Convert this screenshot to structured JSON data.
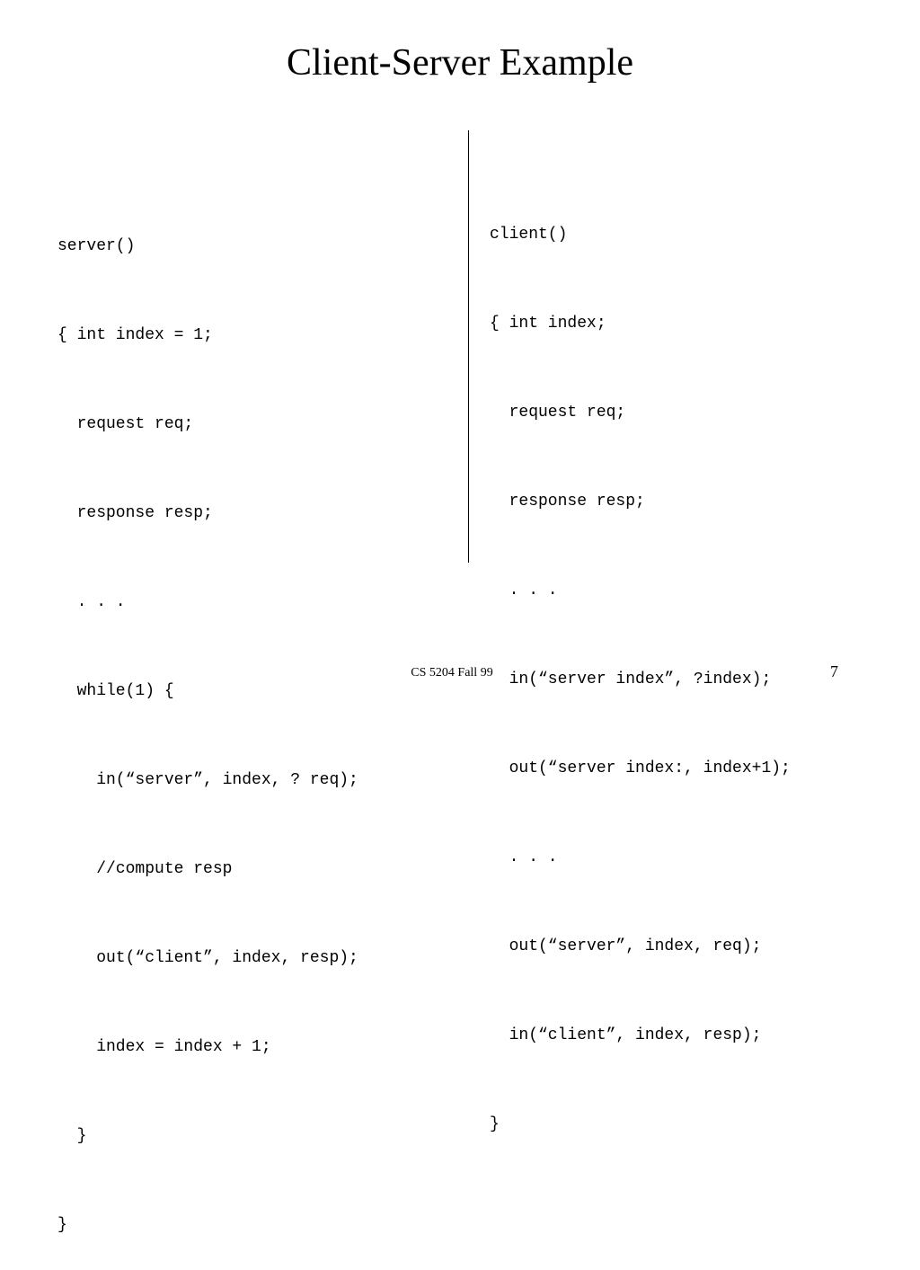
{
  "slide": {
    "title": "Client-Server Example",
    "footer": "CS 5204 Fall 99",
    "page_number": "7"
  },
  "server_code": {
    "lines": [
      "server()",
      "{ int index = 1;",
      "  request req;",
      "  response resp;",
      "  . . .",
      "  while(1) {",
      "    in(“server”, index, ? req);",
      "    //compute resp",
      "    out(“client”, index, resp);",
      "    index = index + 1;",
      "  }",
      "}"
    ]
  },
  "client_code": {
    "lines": [
      "client()",
      "{ int index;",
      "  request req;",
      "  response resp;",
      "  . . .",
      "  in(“server index”, ?index);",
      "  out(“server index:, index+1);",
      "  . . .",
      "  out(“server”, index, req);",
      "  in(“client”, index, resp);",
      "}"
    ]
  }
}
